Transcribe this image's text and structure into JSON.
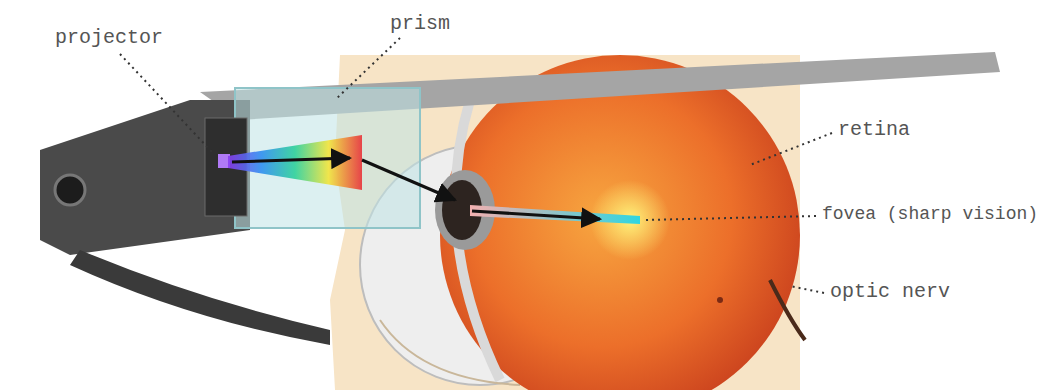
{
  "diagram": {
    "labels": [
      "projector",
      "prism",
      "retina",
      "fovea (sharp vision)",
      "optic nerv"
    ]
  }
}
